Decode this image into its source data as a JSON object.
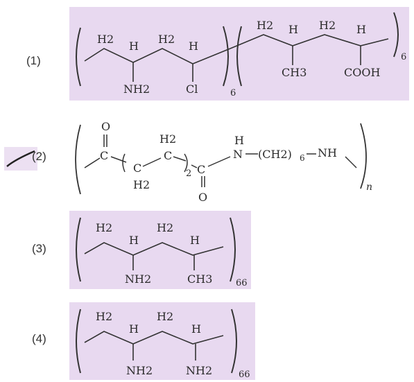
{
  "colors": {
    "panel_bg": "#e8d9f0",
    "ink": "#2b2b2b"
  },
  "items": [
    {
      "label": "(1)",
      "atoms_top": [
        "H2",
        "H",
        "H2",
        "H"
      ],
      "atoms_bottom": [
        "NH2",
        "Cl"
      ],
      "sub_a": "6",
      "atoms_top_b": [
        "H2",
        "H",
        "H2",
        "H"
      ],
      "atoms_bottom_b": [
        "CH3",
        "COOH"
      ],
      "sub_b": "6"
    },
    {
      "label": "(2)",
      "carbonyl_o_top": "O",
      "c_left": "C",
      "inner_top": "H2",
      "inner_left": "C",
      "inner_right": "C",
      "inner_bottom": "H2",
      "inner_sub": "2",
      "c_right": "C",
      "carbonyl_o_bottom": "O",
      "nh_h": "H",
      "nh_n": "N",
      "ch2_group": "(CH2)",
      "ch2_sub": "6",
      "nh_end": "NH",
      "sub": "n"
    },
    {
      "label": "(3)",
      "atoms_top": [
        "H2",
        "H",
        "H2",
        "H"
      ],
      "atoms_bottom": [
        "NH2",
        "CH3"
      ],
      "sub": "66"
    },
    {
      "label": "(4)",
      "atoms_top": [
        "H2",
        "H",
        "H2",
        "H"
      ],
      "atoms_bottom": [
        "NH2",
        "NH2"
      ],
      "sub": "66"
    }
  ]
}
